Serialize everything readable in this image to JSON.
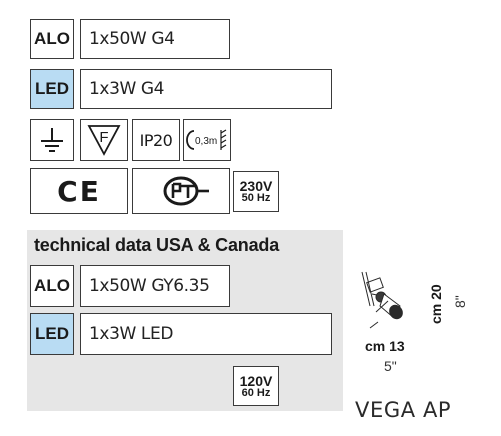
{
  "main_specs": {
    "alo": {
      "tag": "ALO",
      "spec": "1x50W G4"
    },
    "led": {
      "tag": "LED",
      "spec": "1x3W G4"
    }
  },
  "symbols": {
    "icons": [
      "ground-icon",
      "f-mark-icon",
      "ip-rating-icon",
      "distance-icon",
      "ce-mark-icon",
      "pct-mark-icon"
    ],
    "ip_rating": "IP20",
    "distance": "0,3m",
    "f_mark": "F",
    "ce_mark": "CE",
    "voltage": "230V",
    "frequency": "50 Hz"
  },
  "usa": {
    "title": "technical data USA & Canada",
    "alo": {
      "tag": "ALO",
      "spec": "1x50W GY6.35"
    },
    "led": {
      "tag": "LED",
      "spec": "1x3W LED"
    },
    "voltage": "120V",
    "frequency": "60 Hz"
  },
  "dimensions": {
    "height_cm": "cm 20",
    "height_in": "8\"",
    "width_cm": "cm 13",
    "width_in": "5\""
  },
  "model_name": "VEGA AP",
  "colors": {
    "led_tag": "#b9dcf3",
    "usa_panel": "#e6e6e6",
    "border": "#3a3a3a"
  }
}
